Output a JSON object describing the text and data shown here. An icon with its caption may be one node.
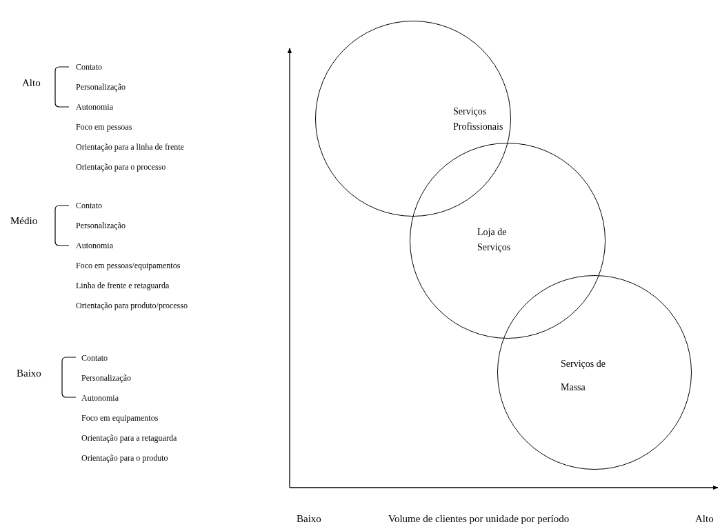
{
  "diagram": {
    "nodes": [
      {
        "text": [
          "Serviços Profissionais"
        ]
      },
      {
        "text": [
          "Loja de Serviços"
        ]
      },
      {
        "text": [
          "Serviços de Massa"
        ]
      }
    ],
    "edges": [],
    "labels": [
      "Alto",
      "Contato",
      "Personalização",
      "Autonomia",
      "Foco em pessoas",
      "Orientação para a linha de frente",
      "Orientação para o processo",
      "Médio",
      "Contato",
      "Personalização",
      "Autonomia",
      "Foco em pessoas/equipamentos",
      "Linha de frente e retaguarda",
      "Orientação para produto/processo",
      "Baixo",
      "Contato",
      "Personalização",
      "Autonomia",
      "Foco em equipamentos",
      "Orientação para a retaguarda",
      "Orientação para o produto",
      "Baixo",
      "Volume de clientes por unidade por período",
      "Alto"
    ]
  }
}
